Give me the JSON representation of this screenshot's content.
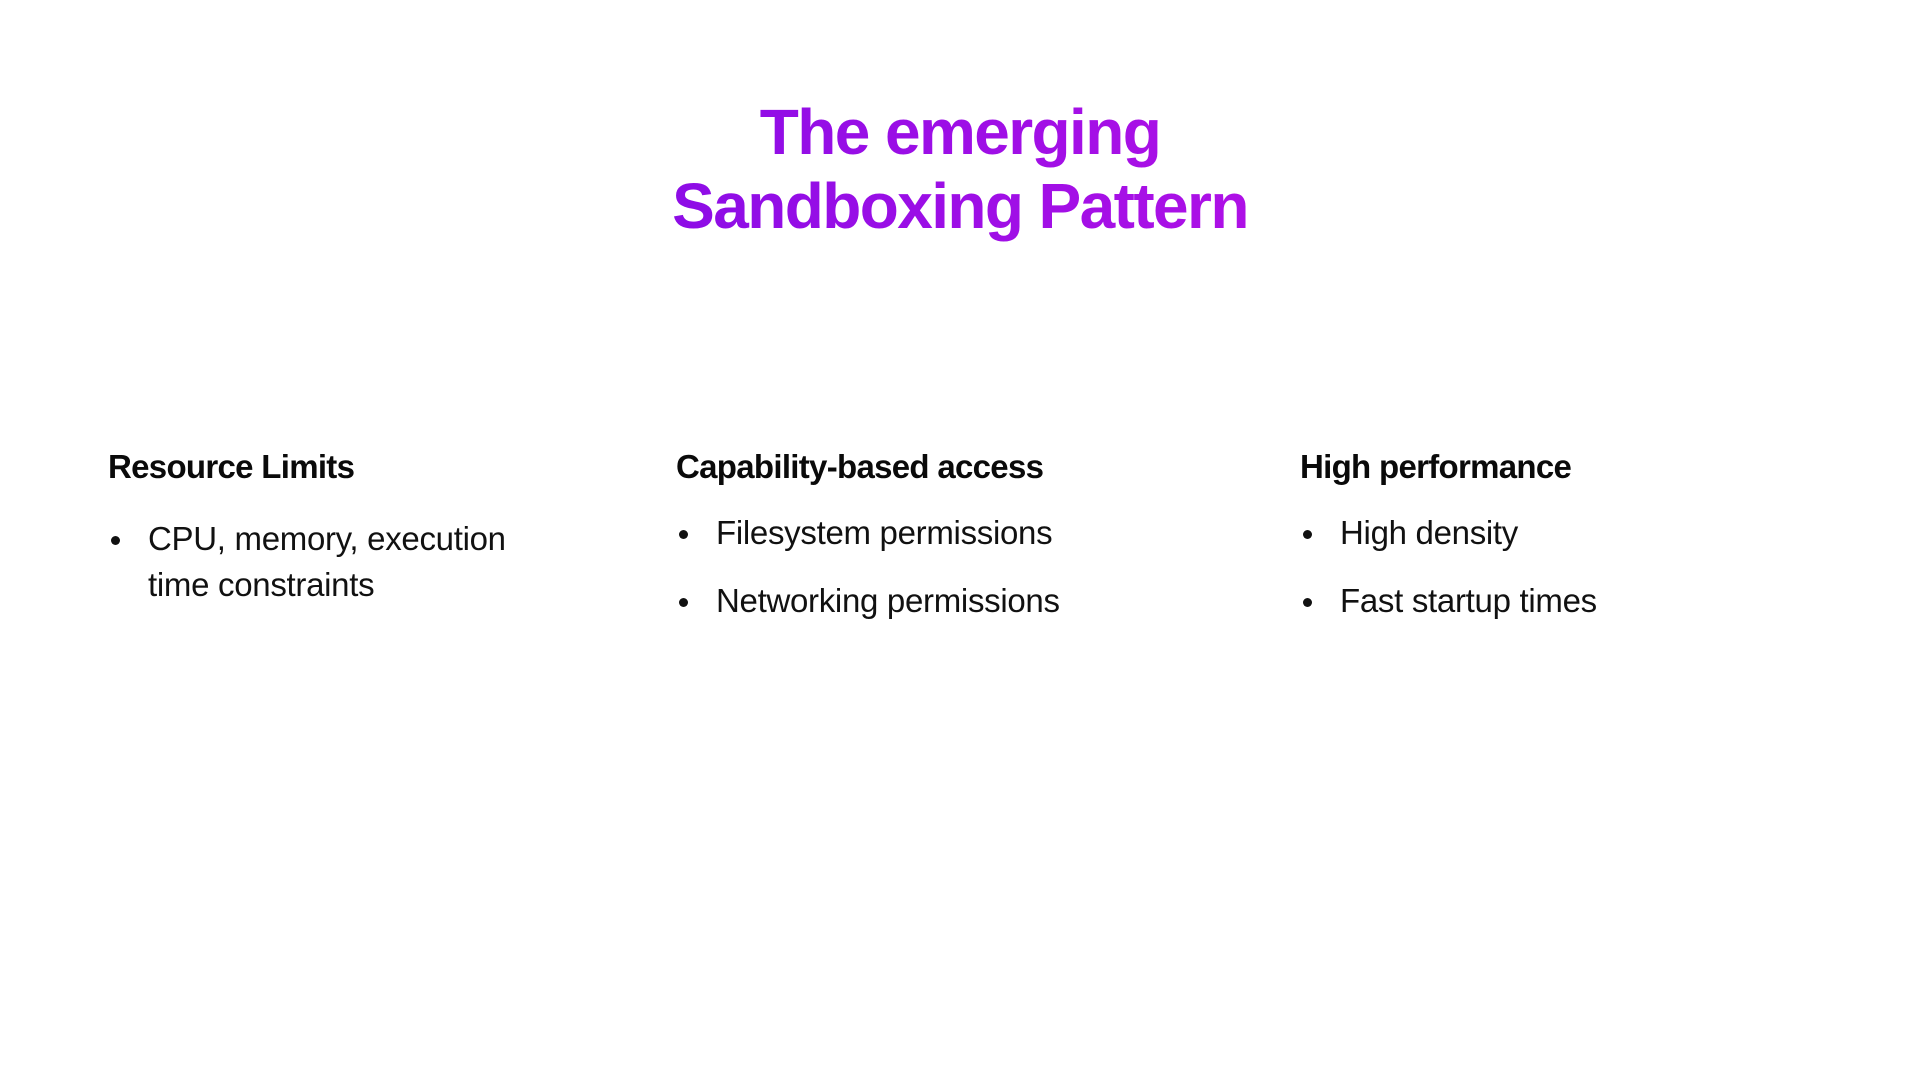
{
  "slide": {
    "background_color": "#ffffff",
    "title": {
      "lines": [
        "The emerging",
        "Sandboxing Pattern"
      ],
      "gradient_from": "#7209e8",
      "gradient_to": "#e312e8"
    },
    "columns": [
      {
        "heading": "Resource Limits",
        "bullets": [
          "CPU, memory, execution time constraints"
        ]
      },
      {
        "heading": "Capability-based access",
        "bullets": [
          "Filesystem permissions",
          "Networking permissions"
        ]
      },
      {
        "heading": "High performance",
        "bullets": [
          "High density",
          "Fast startup times"
        ]
      }
    ]
  }
}
